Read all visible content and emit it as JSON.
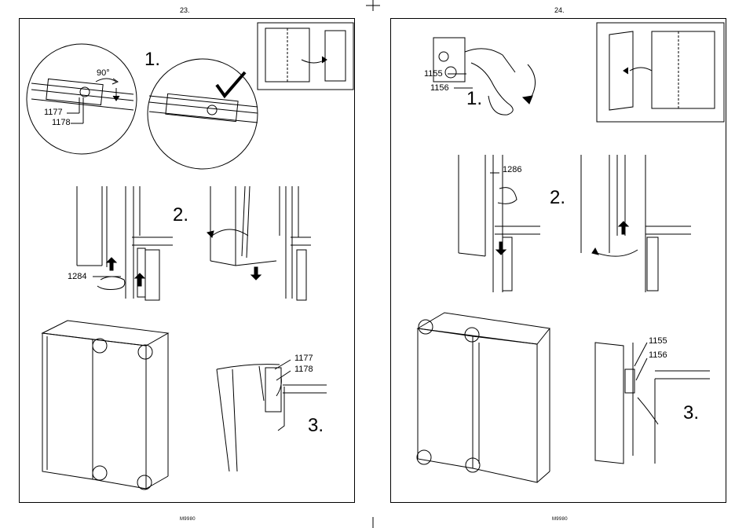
{
  "left_page": {
    "page_number": "23.",
    "model_code": "M9980",
    "step_labels": [
      "1.",
      "2.",
      "3."
    ],
    "angle_label": "90°",
    "part_numbers": {
      "p1177_a": "1177",
      "p1178_a": "1178",
      "p1284": "1284",
      "p1177_b": "1177",
      "p1178_b": "1178"
    }
  },
  "right_page": {
    "page_number": "24.",
    "model_code": "M9980",
    "step_labels": [
      "1.",
      "2.",
      "3."
    ],
    "part_numbers": {
      "p1155_a": "1155",
      "p1156_a": "1156",
      "p1286": "1286",
      "p1155_b": "1155",
      "p1156_b": "1156"
    }
  }
}
